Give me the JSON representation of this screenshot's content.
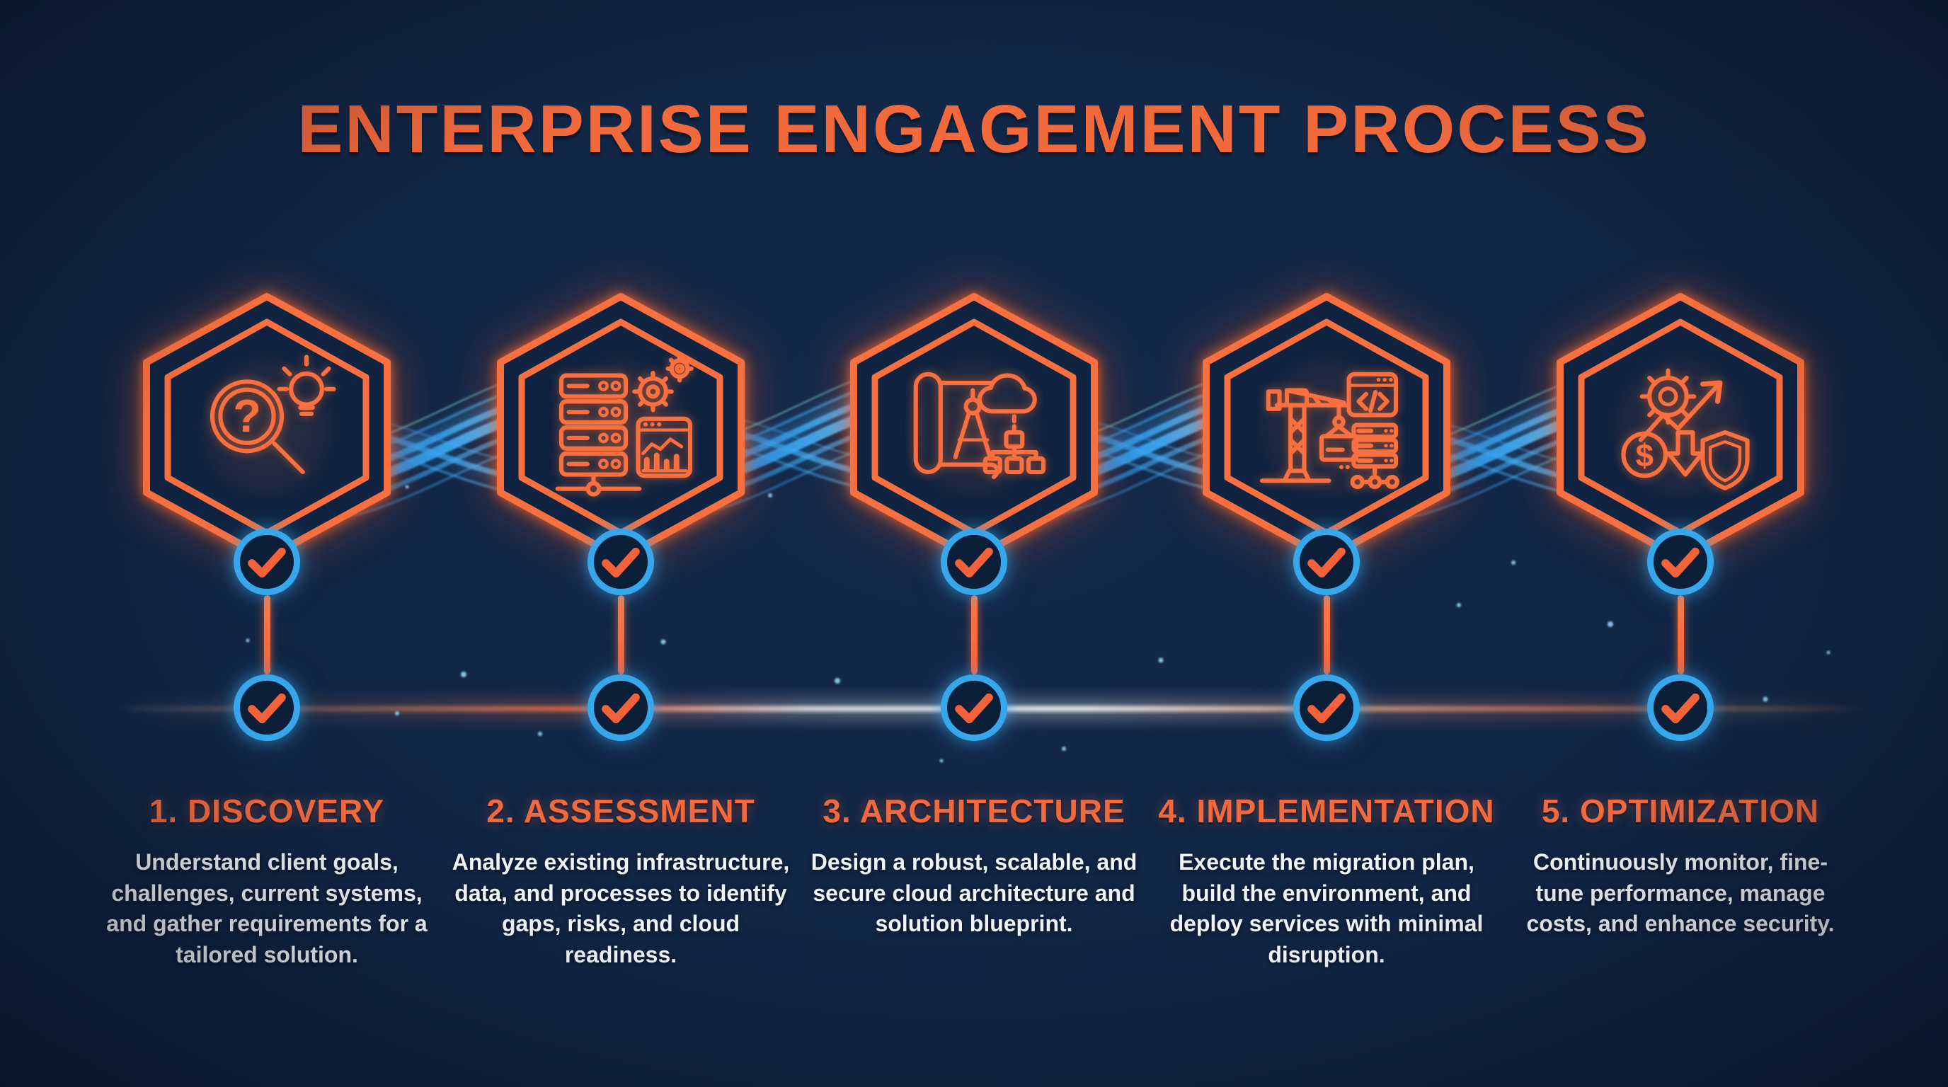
{
  "title": "ENTERPRISE ENGAGEMENT PROCESS",
  "colors": {
    "background": "#102340",
    "accent_orange": "#f2693c",
    "neon_orange": "#f8703f",
    "accent_blue": "#35a7ea",
    "wave_blue": "#2f9ff0",
    "text_white": "#eef3f8"
  },
  "timeline": {
    "checkpoint_icon": "checkmark-icon",
    "checkpoints_per_step": 2
  },
  "steps": [
    {
      "title": "1. DISCOVERY",
      "description": "Understand client goals, challenges, current systems, and gather requirements for a tailored solution.",
      "icon": "magnifier-question-lightbulb-icon"
    },
    {
      "title": "2. ASSESSMENT",
      "description": "Analyze existing infrastructure, data, and processes to identify gaps, risks, and cloud readiness.",
      "icon": "server-gears-dashboard-icon"
    },
    {
      "title": "3. ARCHITECTURE",
      "description": "Design a robust, scalable, and secure cloud architecture and solution blueprint.",
      "icon": "blueprint-compass-cloud-icon"
    },
    {
      "title": "4. IMPLEMENTATION",
      "description": "Execute the migration plan, build the environment, and deploy services with minimal disruption.",
      "icon": "crane-code-server-icon"
    },
    {
      "title": "5. OPTIMIZATION",
      "description": "Continuously monitor, fine-tune performance, manage costs, and enhance security.",
      "icon": "gear-growth-dollar-shield-icon"
    }
  ]
}
